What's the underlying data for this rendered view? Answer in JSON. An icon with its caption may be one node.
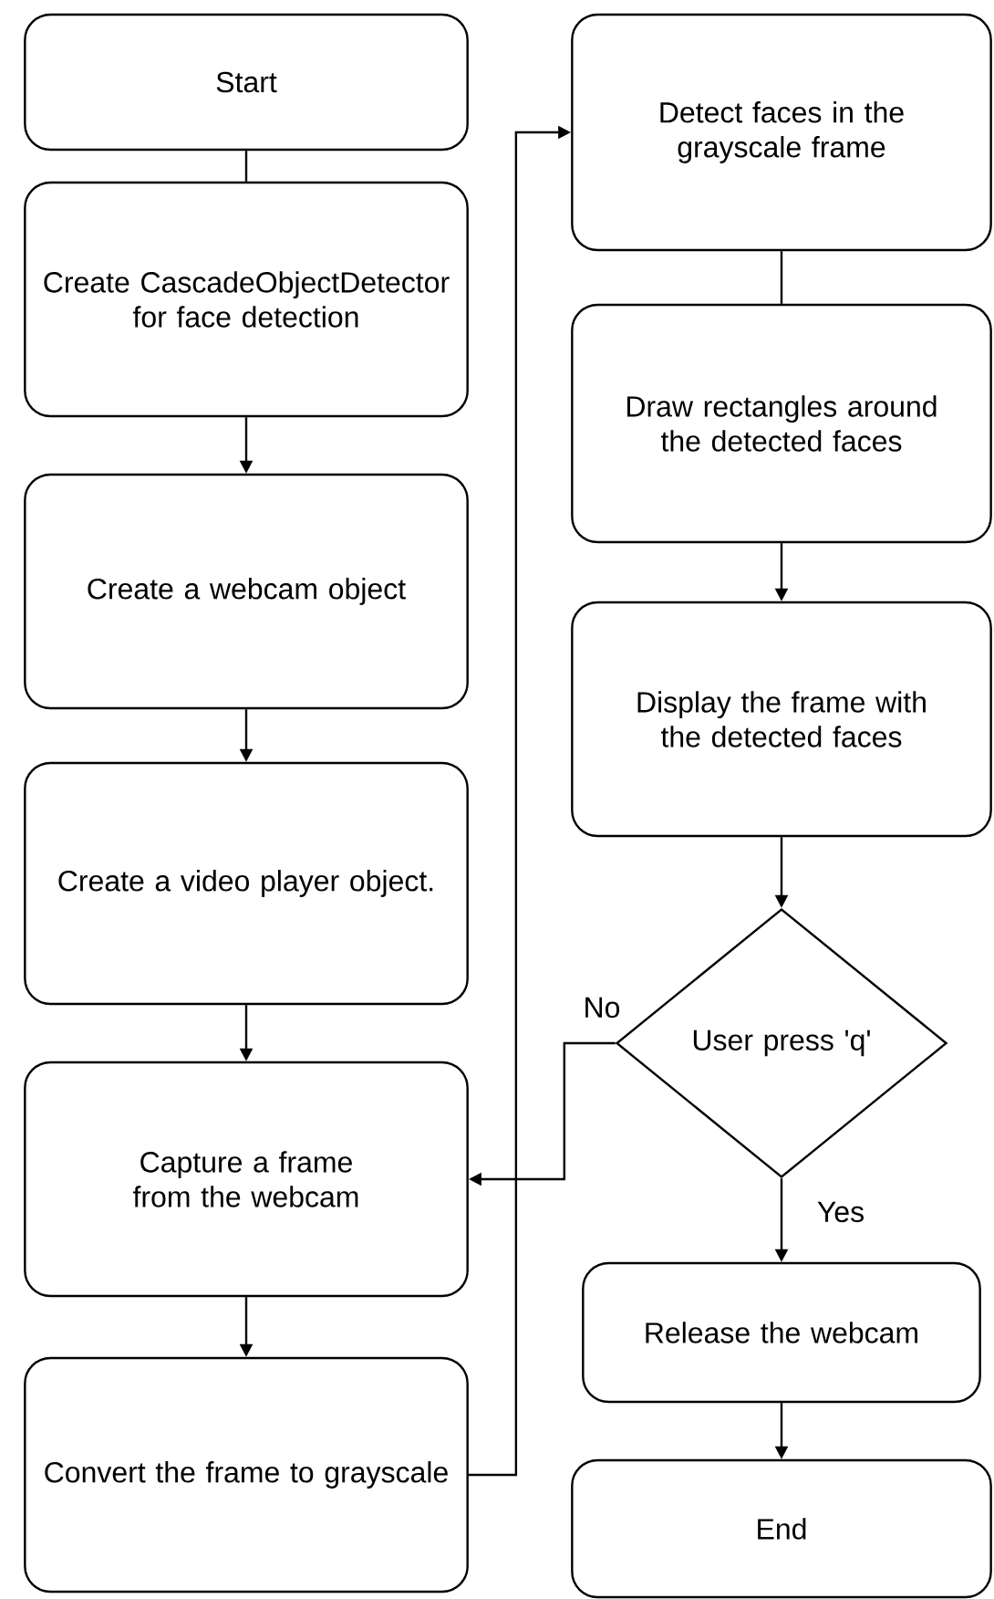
{
  "diagram": {
    "nodes": [
      {
        "text": [
          "Start"
        ]
      },
      {
        "text": [
          "Create CascadeObjectDetector for face detection"
        ]
      },
      {
        "text": [
          "Create a webcam object"
        ]
      },
      {
        "text": [
          "Create a video player object."
        ]
      },
      {
        "text": [
          "Capture a frame from the webcam"
        ]
      },
      {
        "text": [
          "Convert the frame to grayscale"
        ]
      },
      {
        "text": [
          "Detect faces in the grayscale frame"
        ]
      },
      {
        "text": [
          "Draw rectangles around the detected faces"
        ]
      },
      {
        "text": [
          "Display the frame with the detected faces"
        ]
      },
      {
        "text": [
          "User press 'q'"
        ]
      },
      {
        "text": [
          "Release the webcam"
        ]
      },
      {
        "text": [
          "End"
        ]
      }
    ],
    "edges": [
      {
        "from": 0,
        "to": 1,
        "arrow": "none"
      },
      {
        "from": 1,
        "to": 2,
        "arrow": "to"
      },
      {
        "from": 2,
        "to": 3,
        "arrow": "to"
      },
      {
        "from": 3,
        "to": 4,
        "arrow": "to"
      },
      {
        "from": 4,
        "to": 5,
        "arrow": "to"
      },
      {
        "from": 5,
        "to": 6,
        "arrow": "to"
      },
      {
        "from": 6,
        "to": 7,
        "arrow": "none"
      },
      {
        "from": 7,
        "to": 8,
        "arrow": "to"
      },
      {
        "from": 8,
        "to": 9,
        "arrow": "to"
      },
      {
        "from": 9,
        "to": 4,
        "arrow": "to",
        "label": "No"
      },
      {
        "from": 9,
        "to": 10,
        "arrow": "to",
        "label": "Yes"
      },
      {
        "from": 10,
        "to": 11,
        "arrow": "to"
      }
    ]
  }
}
